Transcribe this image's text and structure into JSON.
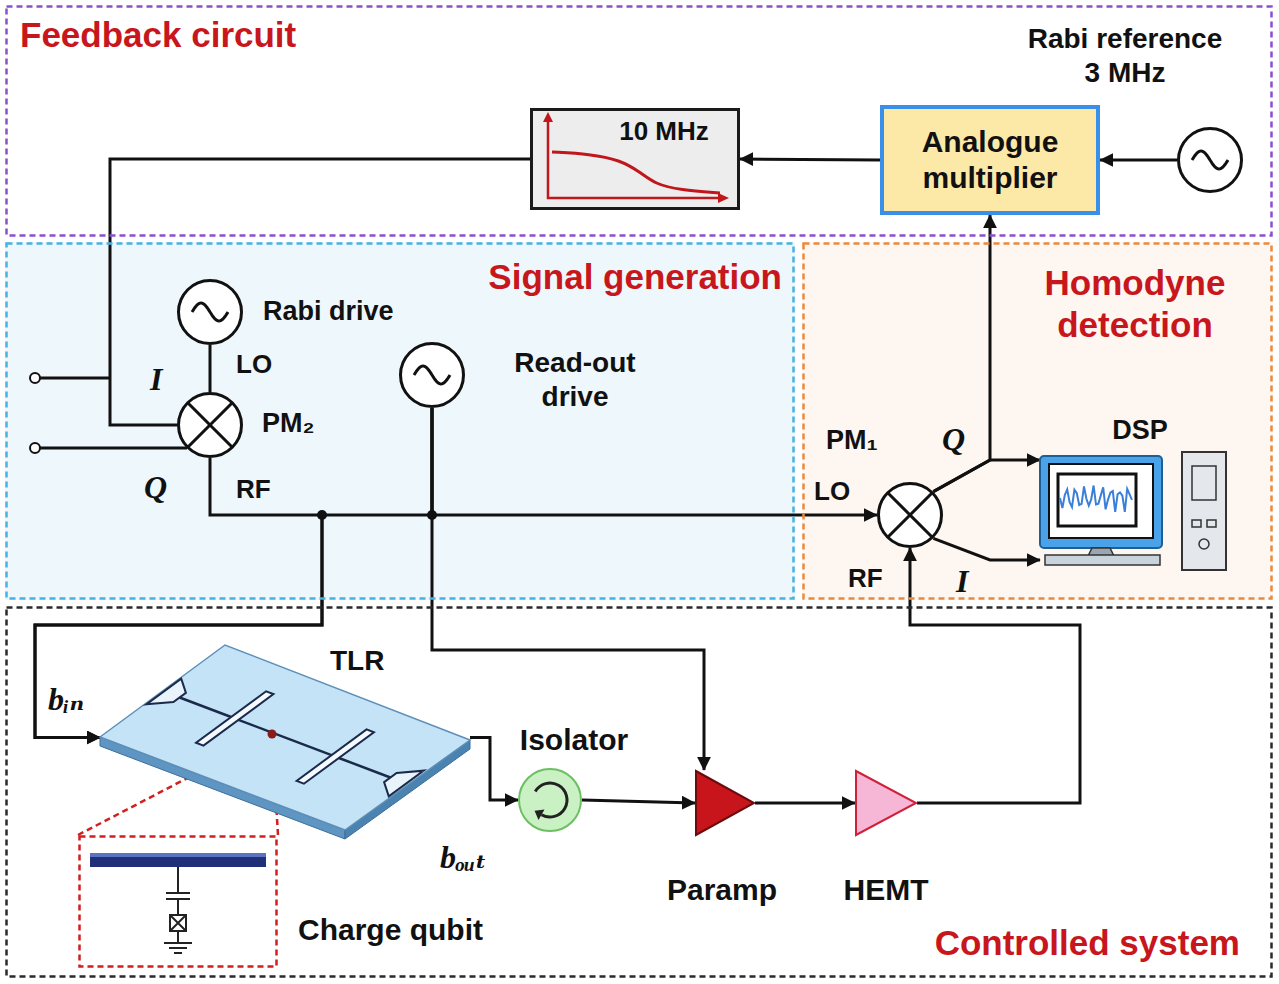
{
  "diagram": {
    "nodes": [
      {
        "text": [
          "Feedback circuit"
        ]
      },
      {
        "text": [
          "Rabi reference 3 MHz"
        ],
        "in": 0
      },
      {
        "text": [
          "Analogue multiplier"
        ],
        "in": 0
      },
      {
        "text": [
          "10 MHz"
        ],
        "in": 0
      },
      {
        "text": [
          "Signal generation"
        ]
      },
      {
        "text": [
          "Rabi drive"
        ],
        "in": 4
      },
      {
        "text": [
          "PM₂"
        ],
        "in": 4
      },
      {
        "text": [
          "Read-out drive"
        ],
        "in": 4
      },
      {
        "text": [
          "Homodyne detection"
        ]
      },
      {
        "text": [
          "PM₁"
        ],
        "in": 8
      },
      {
        "text": [
          "DSP"
        ],
        "in": 8
      },
      {
        "text": [
          "Controlled system"
        ]
      },
      {
        "text": [
          "TLR"
        ],
        "in": 11
      },
      {
        "text": [
          "Charge qubit"
        ],
        "in": 11
      },
      {
        "text": [
          "Isolator"
        ],
        "in": 11
      },
      {
        "text": [
          "Paramp"
        ],
        "in": 11
      },
      {
        "text": [
          "HEMT"
        ],
        "in": 11
      }
    ],
    "edges": [
      {
        "from": 1,
        "to": 2,
        "arrow": "to"
      },
      {
        "from": 2,
        "to": 3,
        "arrow": "to"
      },
      {
        "from": 3,
        "to": 6,
        "arrow": "none"
      },
      {
        "from": 5,
        "to": 6,
        "arrow": "none"
      },
      {
        "from": 6,
        "to": 12,
        "arrow": "to"
      },
      {
        "from": 7,
        "to": 12,
        "arrow": "to"
      },
      {
        "from": 7,
        "to": 9,
        "arrow": "to"
      },
      {
        "from": 7,
        "to": 15,
        "arrow": "to"
      },
      {
        "from": 9,
        "to": 2,
        "arrow": "to"
      },
      {
        "from": 9,
        "to": 10,
        "arrow": "to"
      },
      {
        "from": 9,
        "to": 10,
        "arrow": "to"
      },
      {
        "from": 16,
        "to": 9,
        "arrow": "to"
      },
      {
        "from": 12,
        "to": 14,
        "arrow": "to"
      },
      {
        "from": 14,
        "to": 15,
        "arrow": "to"
      },
      {
        "from": 15,
        "to": 16,
        "arrow": "to"
      },
      {
        "from": 13,
        "to": 12,
        "arrow": "none"
      }
    ],
    "labels": [
      "LO",
      "I",
      "Q",
      "RF",
      "LO",
      "RF",
      "Q",
      "I",
      "bᵢₙ",
      "bₒᵤₜ"
    ]
  }
}
